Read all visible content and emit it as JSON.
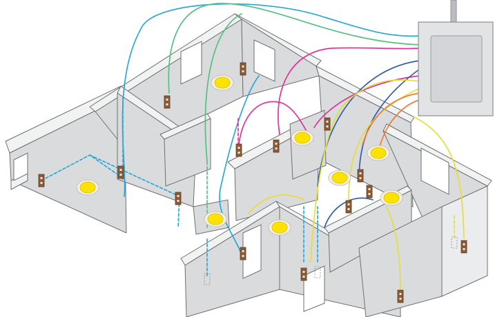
{
  "colors": {
    "background": "#ffffff",
    "wall_top": "#f1f2f2",
    "wall_side": "#d9dbdd",
    "wall_edge": "#6f6f73",
    "panel_body": "#e2e3e5",
    "panel_door": "#d3d5d8",
    "conduit": "#b9bcc0",
    "light_fixture": "#ffe200",
    "light_ring": "#f4efe2",
    "outlet_plate": "#8b5a36"
  },
  "components": {
    "panel": "electrical-panel",
    "lights": [
      "light-fixture",
      "light-fixture",
      "light-fixture",
      "light-fixture",
      "light-fixture",
      "light-fixture",
      "light-fixture"
    ],
    "outlets": [
      "outlet",
      "outlet",
      "outlet",
      "outlet",
      "outlet",
      "outlet",
      "outlet",
      "outlet",
      "outlet",
      "outlet",
      "outlet",
      "outlet",
      "outlet",
      "outlet"
    ]
  },
  "circuits": [
    {
      "name": "circuit-blue",
      "color": "#2aa7d6"
    },
    {
      "name": "circuit-green",
      "color": "#56c082"
    },
    {
      "name": "circuit-magenta",
      "color": "#e0339a"
    },
    {
      "name": "circuit-navy",
      "color": "#2f5ea9"
    },
    {
      "name": "circuit-yellow",
      "color": "#e8dc3c"
    },
    {
      "name": "circuit-orange",
      "color": "#f27a3a"
    }
  ]
}
